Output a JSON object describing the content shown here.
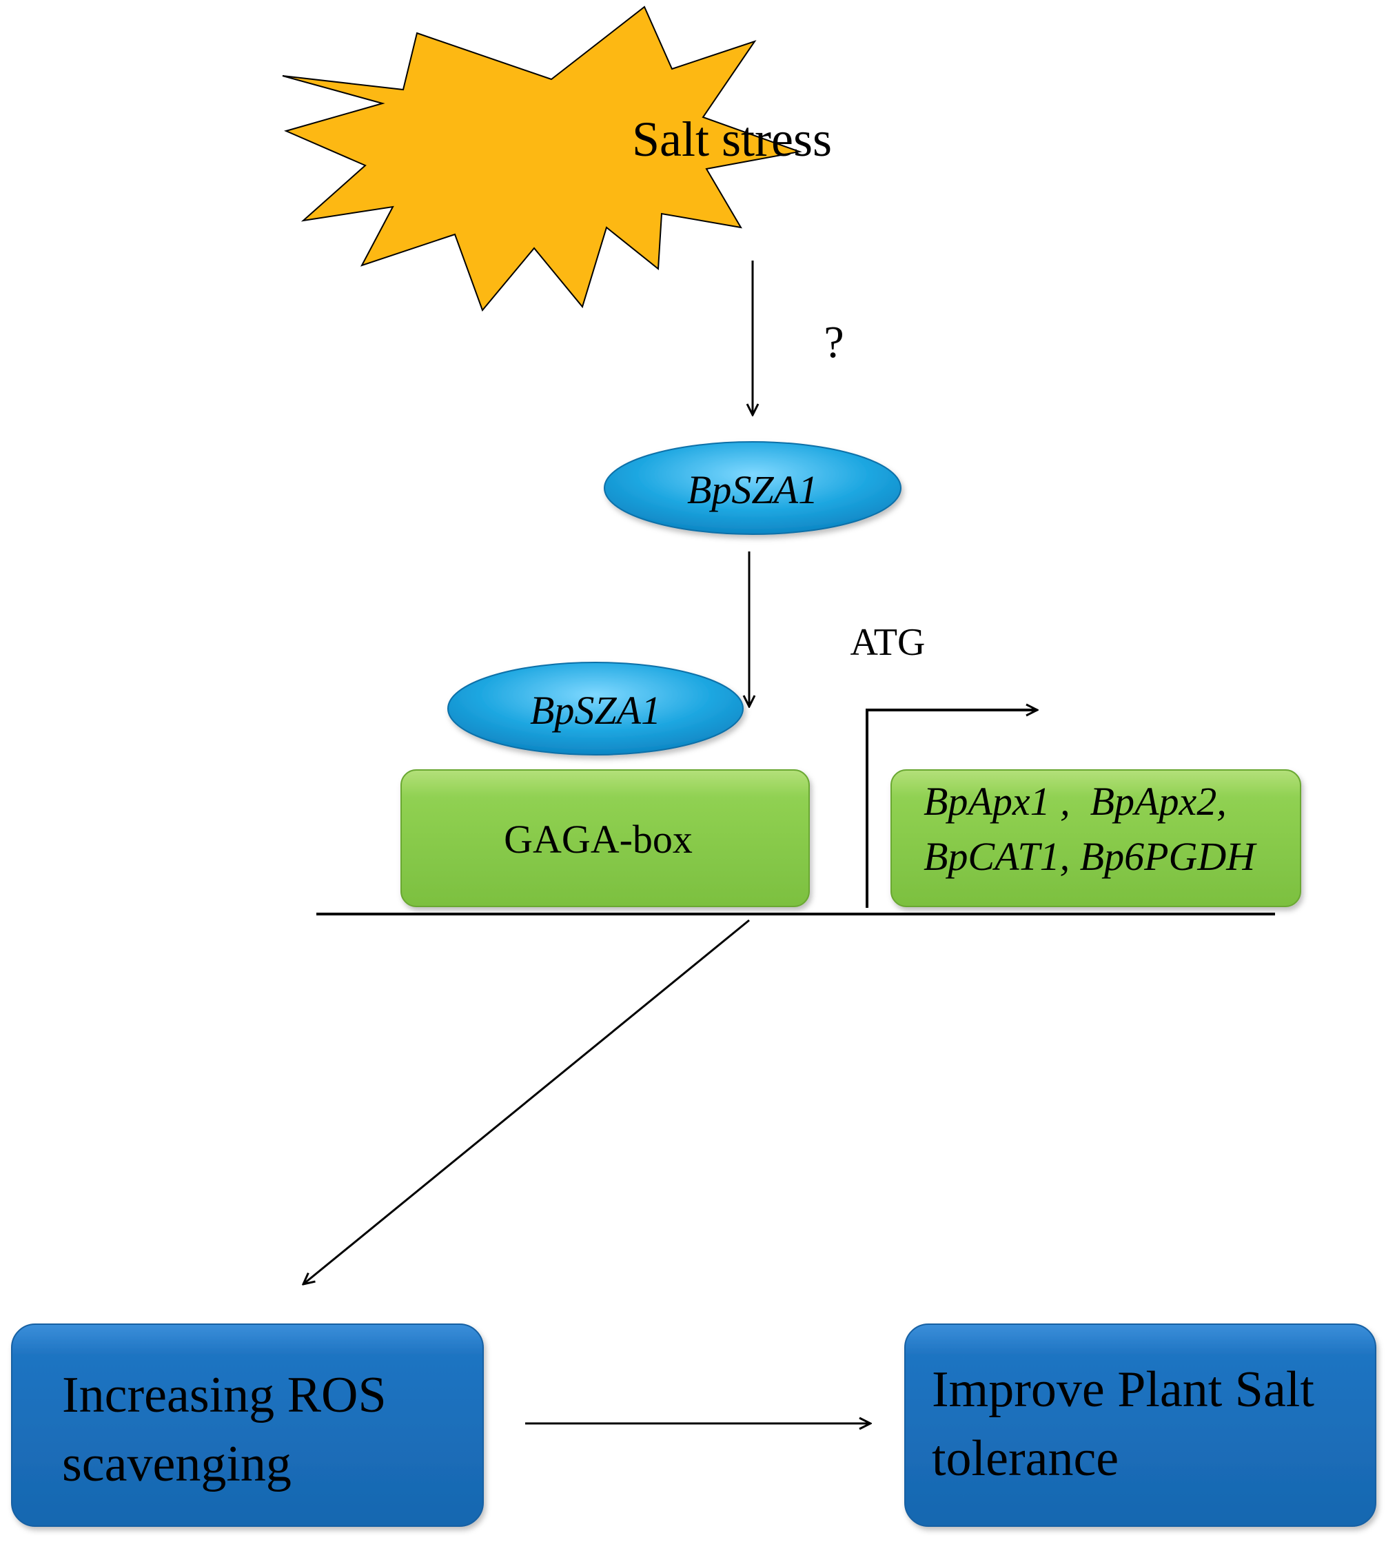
{
  "stress": {
    "label": "Salt stress"
  },
  "arrow_question": "?",
  "protein_free": {
    "label": "BpSZA1"
  },
  "protein_bound": {
    "label": "BpSZA1"
  },
  "gaga_box": {
    "label": "GAGA-box"
  },
  "tss": {
    "label": "ATG"
  },
  "target_genes": {
    "line1": "BpApx1 ,  BpApx2,",
    "line2": "BpCAT1, Bp6PGDH"
  },
  "outcome_ros": {
    "line1": "Increasing ROS",
    "line2": "scavenging"
  },
  "outcome_tolerance": {
    "line1": "Improve Plant Salt",
    "line2": "tolerance"
  },
  "colors": {
    "starburst": "#FDB813",
    "ellipse": "#1EA7E1",
    "green_box": "#8CCF4D",
    "blue_box": "#1F74C2"
  }
}
